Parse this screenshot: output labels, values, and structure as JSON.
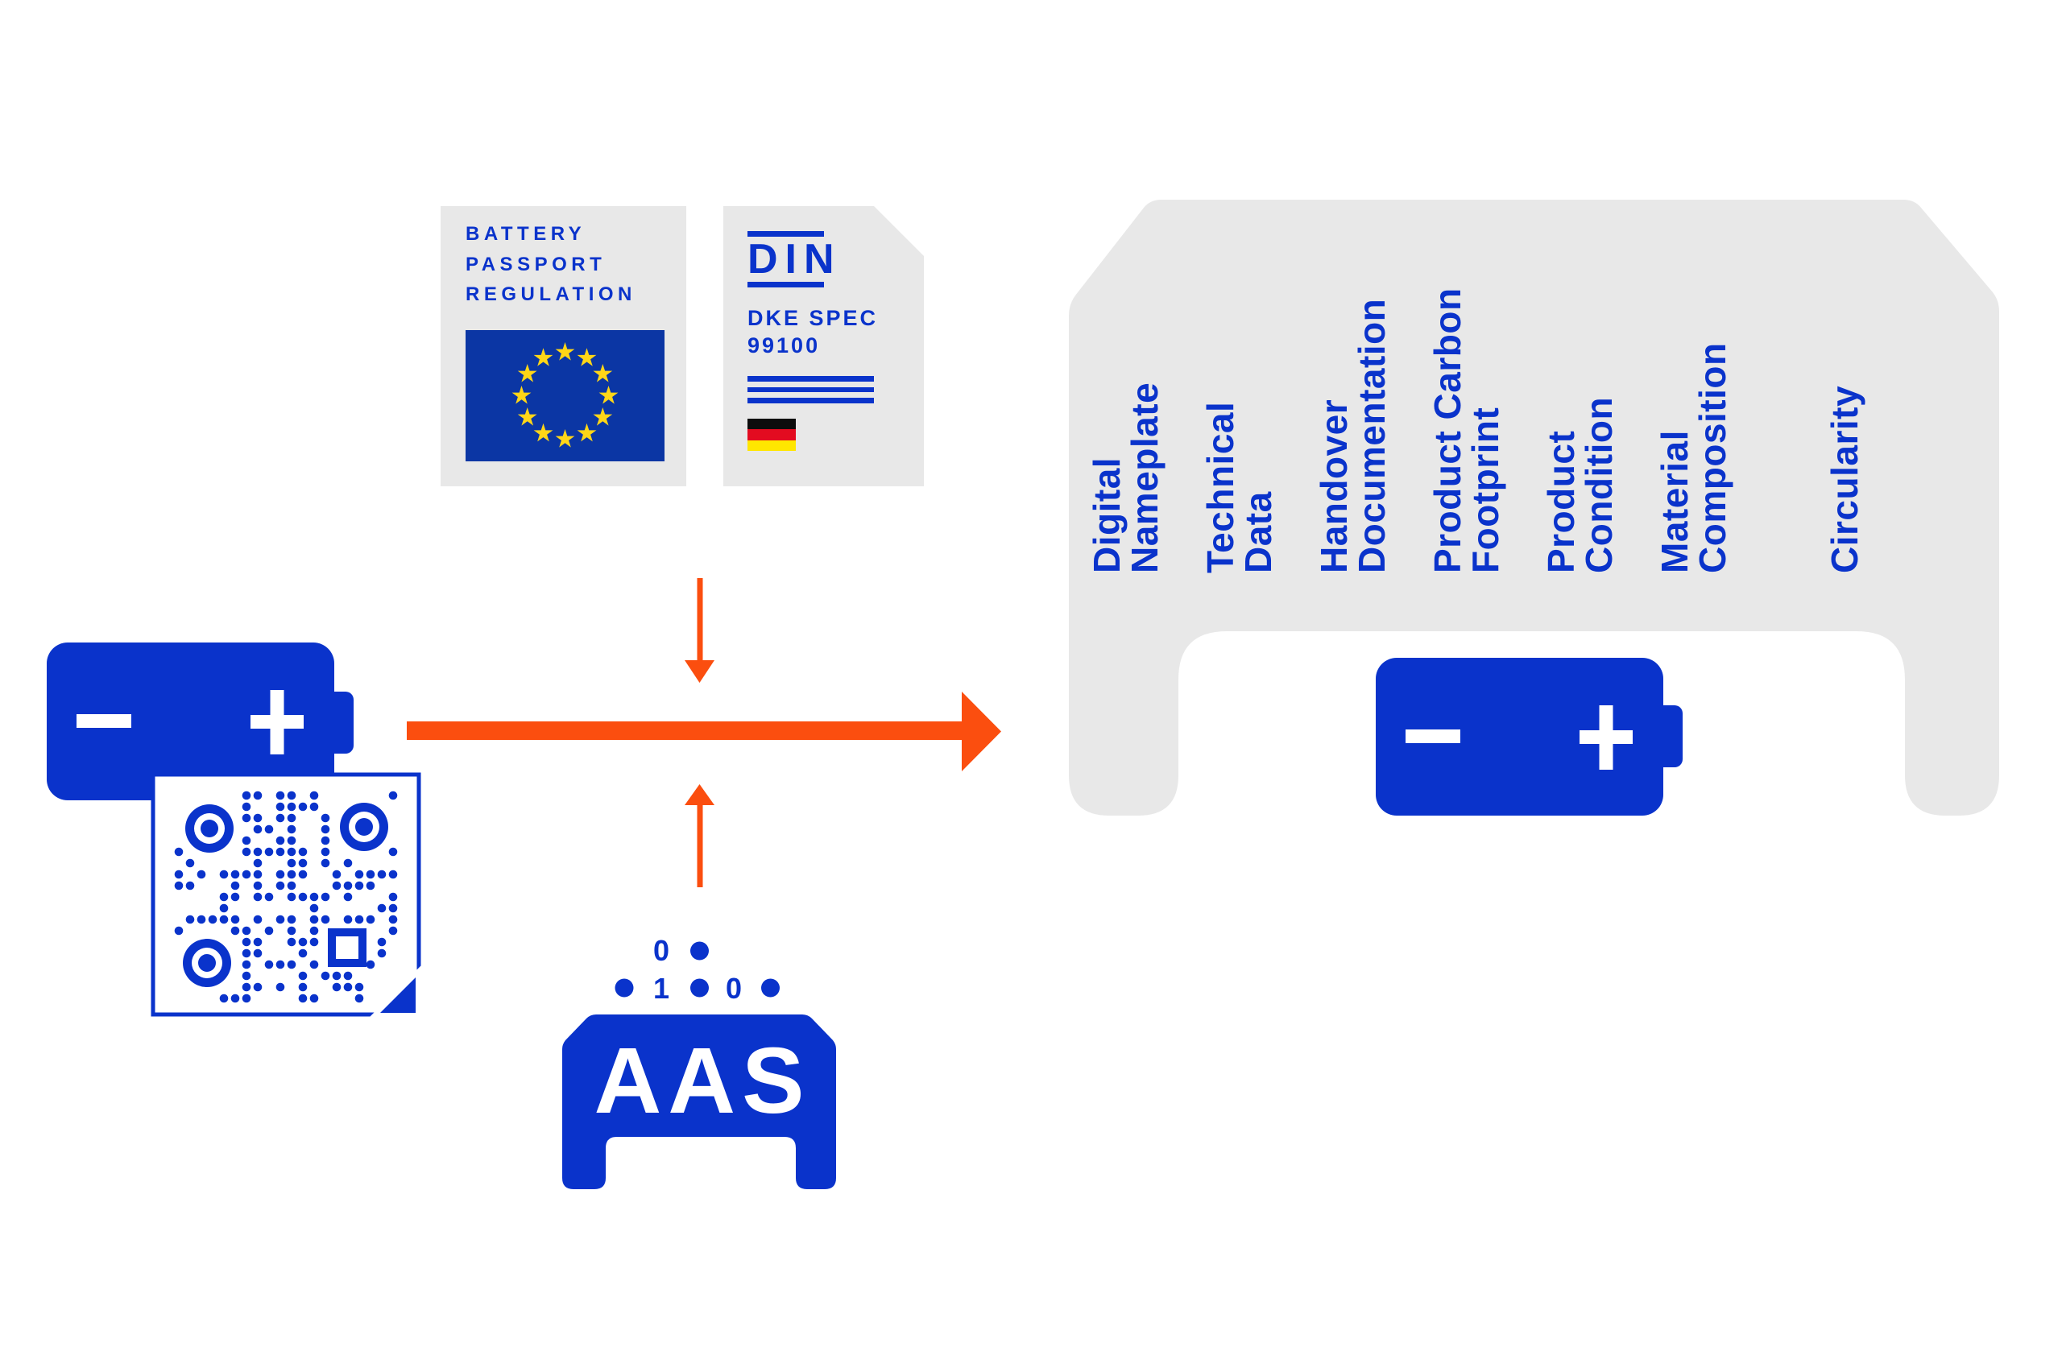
{
  "colors": {
    "blue": "#0a33cb",
    "eu_flag_blue": "#0b36a4",
    "star_gold": "#ffd617",
    "orange": "#fb4e0f",
    "card_gray": "#e8e8e8",
    "german_flag_black": "#0c0c0c",
    "german_flag_red": "#e30b20",
    "german_flag_gold": "#ffe600",
    "white": "#ffffff"
  },
  "regulation_card": {
    "line1": "BATTERY",
    "line2": "PASSPORT",
    "line3": "REGULATION"
  },
  "din_card": {
    "brand": "DIN",
    "spec_line1": "DKE SPEC",
    "spec_line2": "99100"
  },
  "aas": {
    "label": "AAS",
    "bits": {
      "row1_zero": "0",
      "row2_one": "1",
      "row2_zero": "0"
    }
  },
  "passport_sections": [
    {
      "line1": "Digital",
      "line2": "Nameplate"
    },
    {
      "line1": "Technical",
      "line2": "Data"
    },
    {
      "line1": "Handover",
      "line2": "Documentation"
    },
    {
      "line1": "Product Carbon",
      "line2": "Footprint"
    },
    {
      "line1": "Product",
      "line2": "Condition"
    },
    {
      "line1": "Material",
      "line2": "Composition"
    },
    {
      "line1": "Circularity"
    }
  ]
}
